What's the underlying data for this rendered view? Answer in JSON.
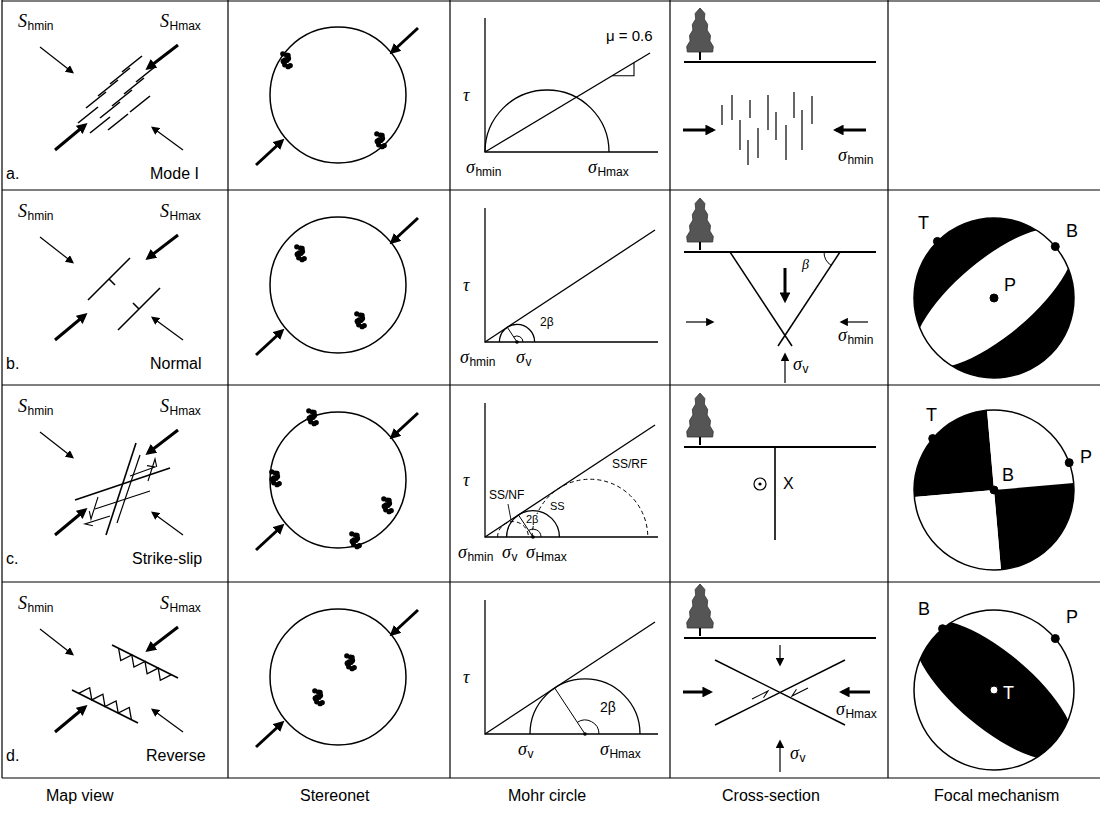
{
  "diagram": {
    "labels": [
      "S",
      "hmin",
      "S",
      "Hmax",
      "Mode I",
      "a.",
      "τ",
      "μ = 0.6",
      "σ",
      "hmin",
      "σ",
      "Hmax",
      "σ",
      "hmin",
      "S",
      "hmin",
      "S",
      "Hmax",
      "Normal",
      "b.",
      "τ",
      "2β",
      "σ",
      "hmin",
      "σ",
      "v",
      "β",
      "σ",
      "hmin",
      "σ",
      "v",
      "T",
      "B",
      "P",
      "S",
      "hmin",
      "S",
      "Hmax",
      "Strike-slip",
      "c.",
      "τ",
      "SS/NF",
      "SS/RF",
      "SS",
      "2β",
      "σ",
      "hmin",
      "σ",
      "v",
      "σ",
      "Hmax",
      "X",
      "T",
      "P",
      "B",
      "S",
      "hmin",
      "S",
      "Hmax",
      "Reverse",
      "d.",
      "τ",
      "2β",
      "σ",
      "v",
      "σ",
      "Hmax",
      "σ",
      "Hmax",
      "σ",
      "v",
      "B",
      "P",
      "T",
      "Map view",
      "Stereonet",
      "Mohr circle",
      "Cross-section",
      "Focal mechanism"
    ]
  }
}
